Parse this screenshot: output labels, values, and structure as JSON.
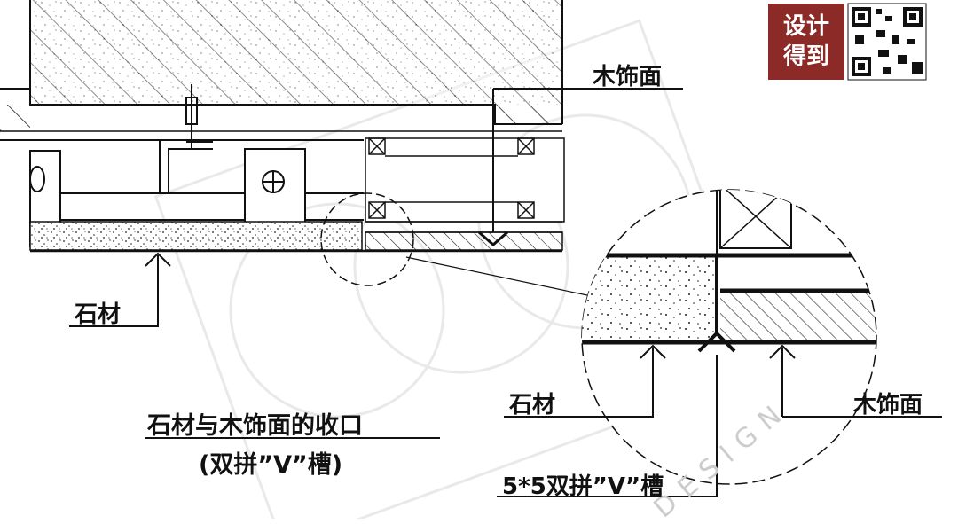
{
  "badge": {
    "line1": "设计",
    "line2": "得到"
  },
  "labels": {
    "wood_top": "木饰面",
    "stone_left": "石材",
    "stone_detail": "石材",
    "wood_detail": "木饰面",
    "groove": "5*5双拼”V”槽",
    "title_line1": "石材与木饰面的收口",
    "title_line2": "(双拼”V”槽)"
  },
  "watermark": {
    "text": "DESIGN"
  },
  "colors": {
    "badge": "#8b2a26",
    "line": "#111111"
  }
}
